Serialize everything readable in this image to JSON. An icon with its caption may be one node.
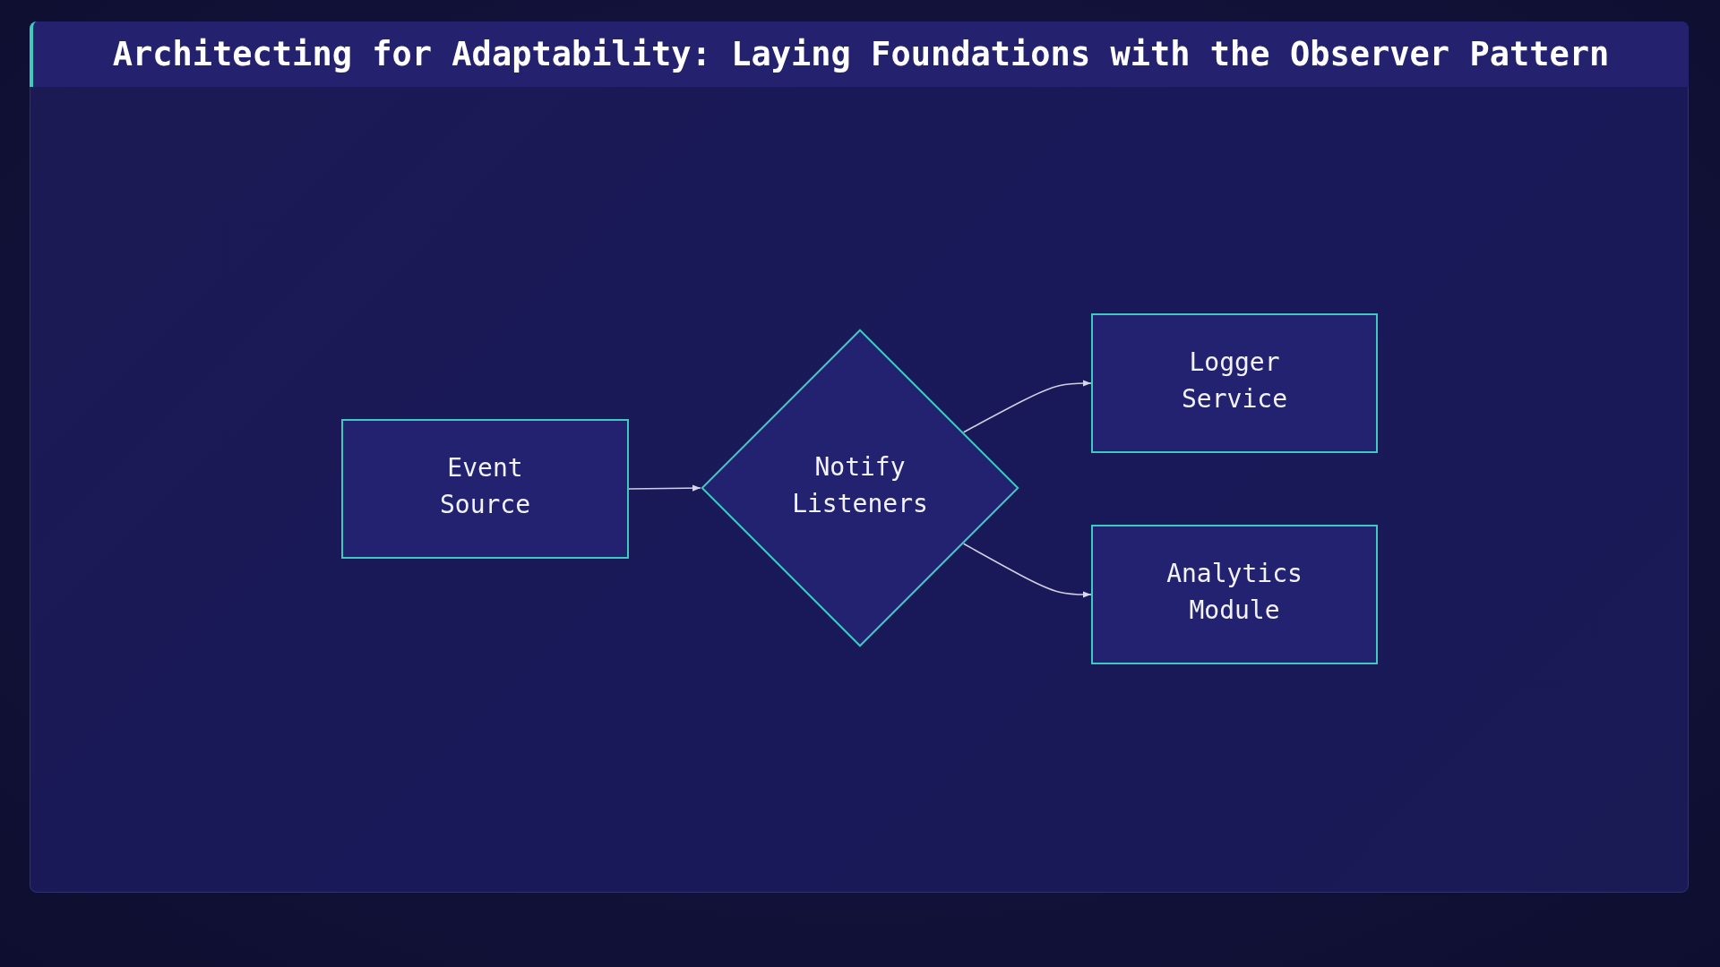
{
  "diagram": {
    "title": "Architecting for Adaptability: Laying Foundations with the Observer Pattern",
    "nodes": [
      {
        "text": [
          "Event Source"
        ]
      },
      {
        "text": [
          "Notify Listeners"
        ]
      },
      {
        "text": [
          "Logger Service"
        ]
      },
      {
        "text": [
          "Analytics Module"
        ]
      }
    ],
    "edges": [
      {
        "from": 0,
        "to": 1,
        "arrow": "to"
      },
      {
        "from": 1,
        "to": 2,
        "arrow": "to"
      },
      {
        "from": 1,
        "to": 3,
        "arrow": "to"
      }
    ]
  }
}
